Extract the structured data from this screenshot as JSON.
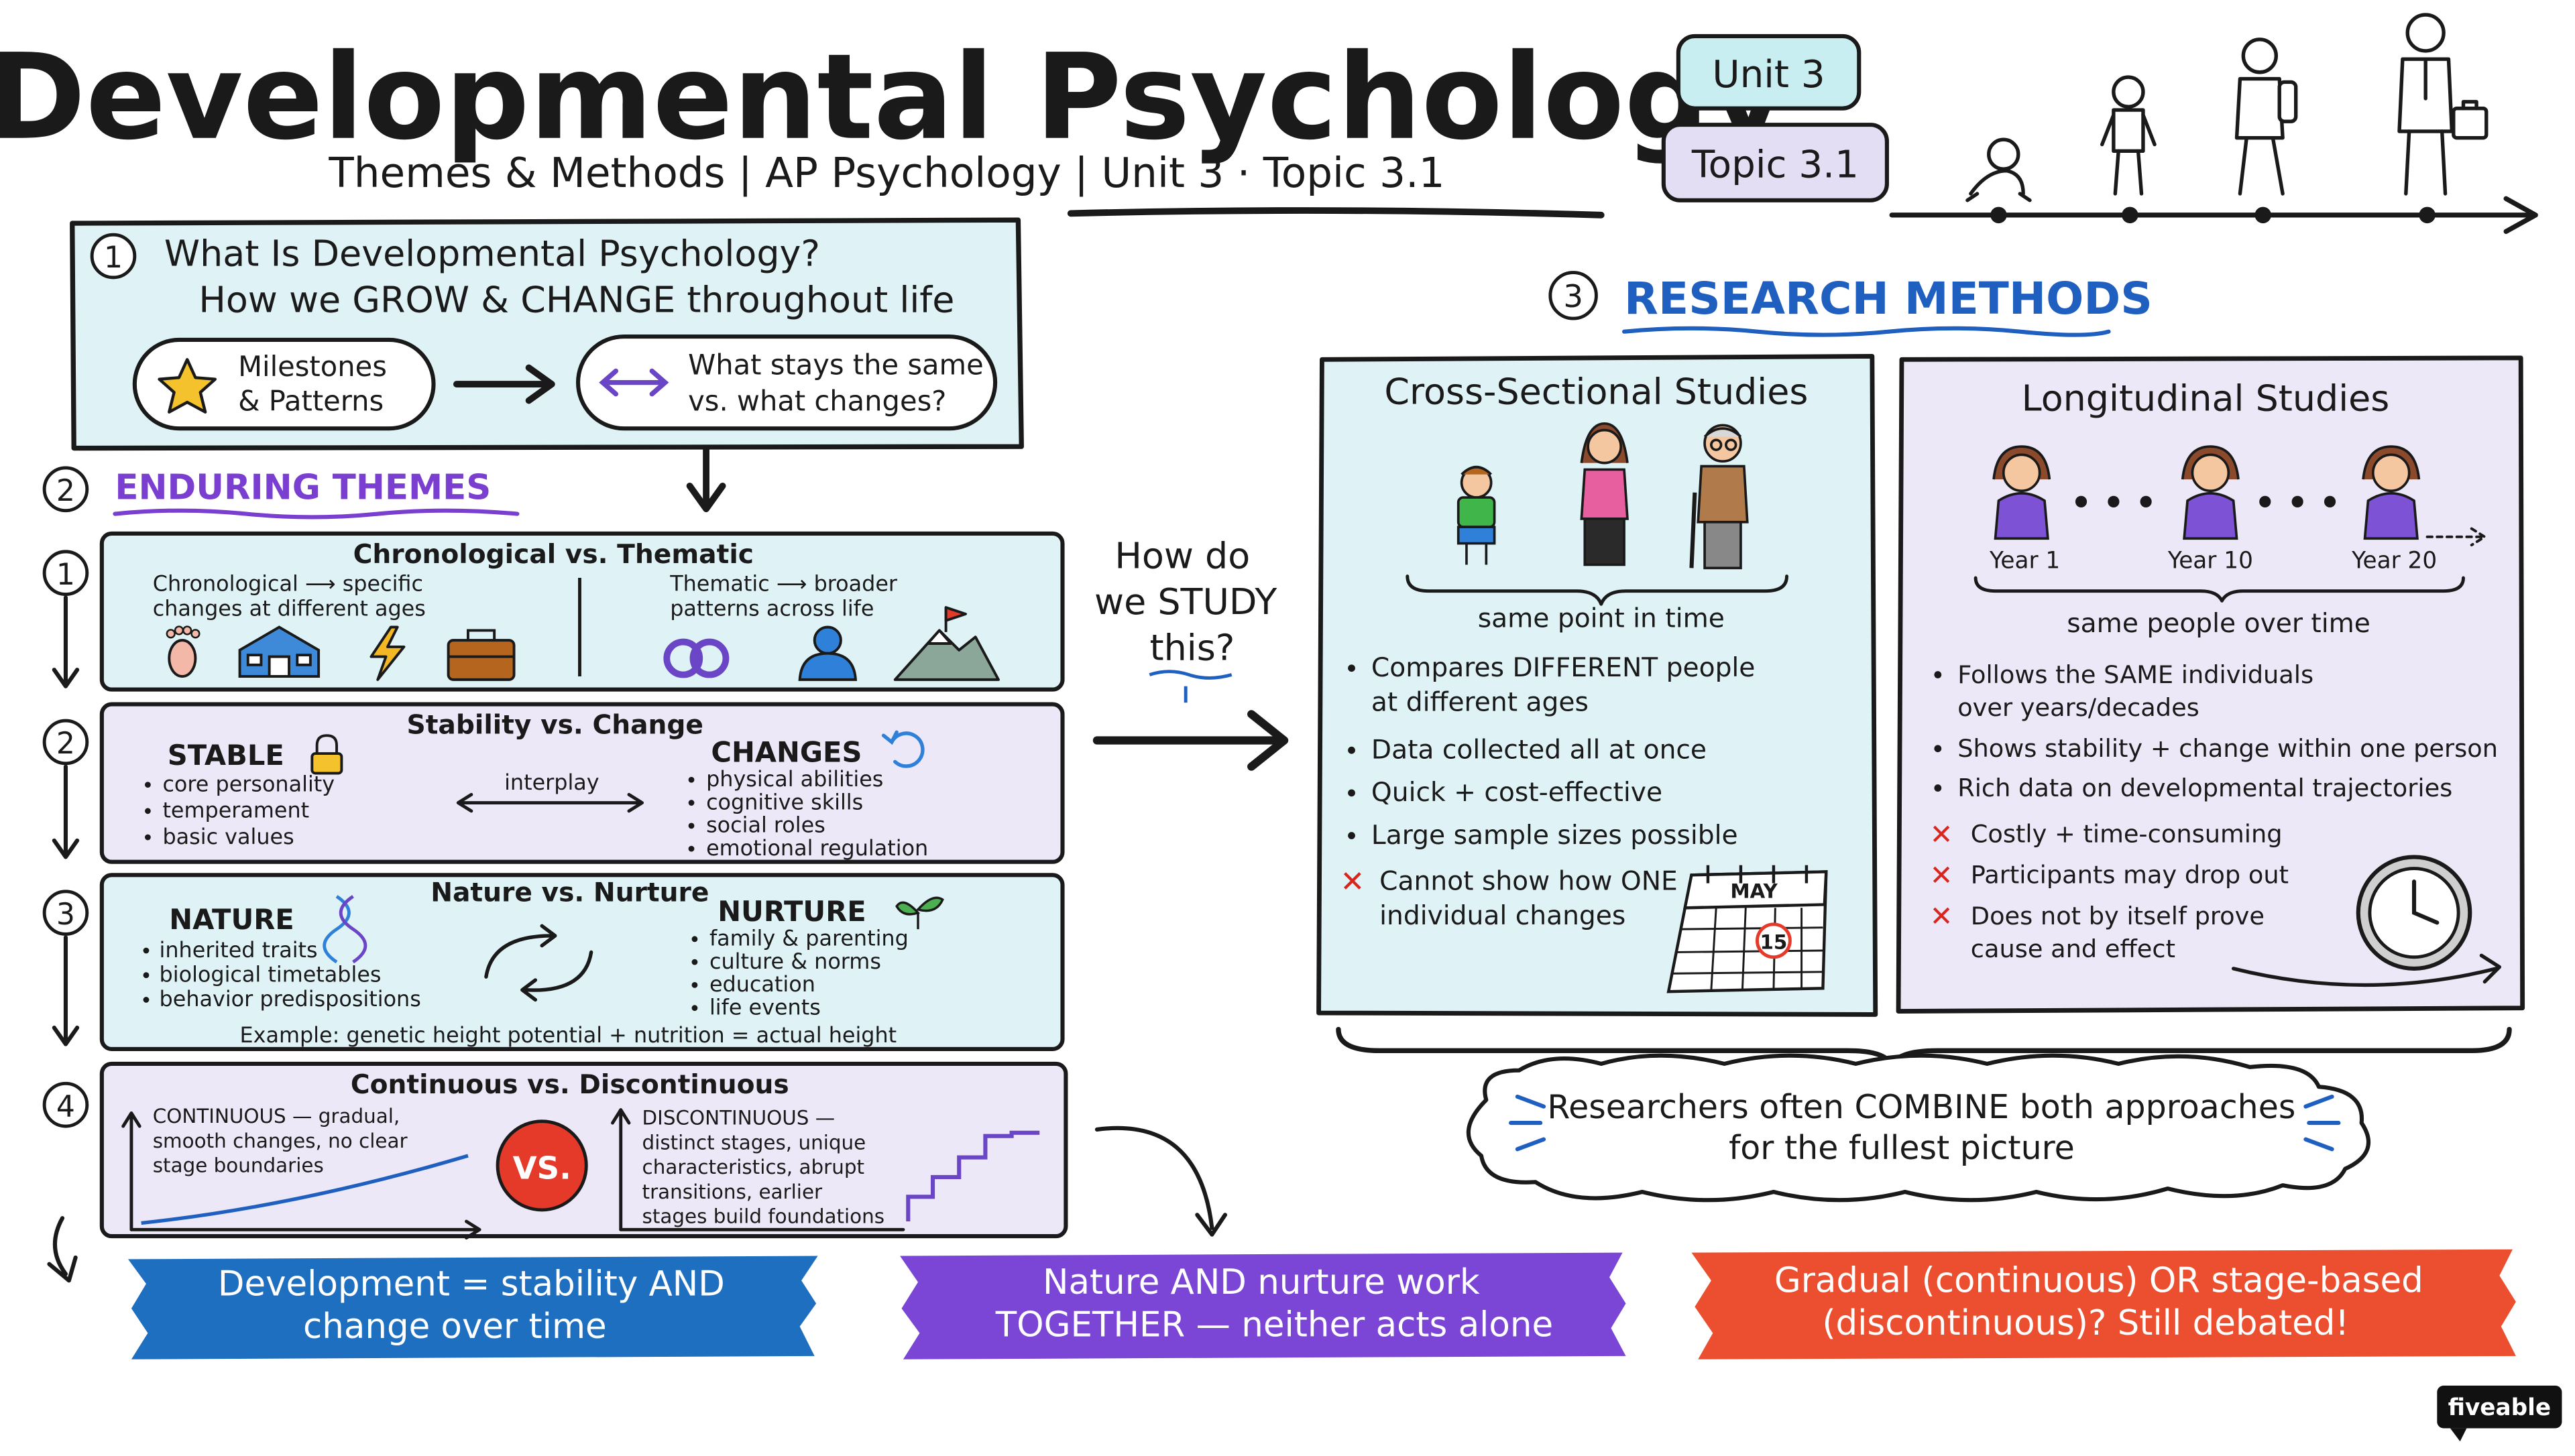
{
  "header": {
    "title": "Developmental Psychology",
    "subtitle": "Themes & Methods | AP Psychology | Unit 3 · Topic 3.1",
    "badge_unit": "Unit 3",
    "badge_topic": "Topic 3.1"
  },
  "section1": {
    "number": "1",
    "title": "What Is Developmental Psychology?",
    "tagline": "How we GROW & CHANGE throughout life",
    "pill_left_line1": "Milestones",
    "pill_left_line2": "& Patterns",
    "pill_right_line1": "What stays the same",
    "pill_right_line2": "vs. what changes?"
  },
  "section2": {
    "number": "2",
    "heading": "ENDURING THEMES",
    "theme1": {
      "number": "1",
      "title": "Chronological  vs.  Thematic",
      "left_line1": "Chronological ⟶ specific",
      "left_line2": "changes at different ages",
      "right_line1": "Thematic ⟶ broader",
      "right_line2": "patterns across life"
    },
    "theme2": {
      "number": "2",
      "title": "Stability  vs.  Change",
      "stable_heading": "STABLE",
      "stable_items": [
        "core personality",
        "temperament",
        "basic values"
      ],
      "interplay": "interplay",
      "changes_heading": "CHANGES",
      "changes_items": [
        "physical abilities",
        "cognitive skills",
        "social roles",
        "emotional regulation"
      ]
    },
    "theme3": {
      "number": "3",
      "title": "Nature  vs.  Nurture",
      "nature_heading": "NATURE",
      "nature_items": [
        "inherited traits",
        "biological timetables",
        "behavior predispositions"
      ],
      "nurture_heading": "NURTURE",
      "nurture_items": [
        "family & parenting",
        "culture & norms",
        "education",
        "life events"
      ],
      "example": "Example: genetic height potential + nutrition = actual height"
    },
    "theme4": {
      "number": "4",
      "title": "Continuous  vs.  Discontinuous",
      "continuous_lines": [
        "CONTINUOUS — gradual,",
        "smooth changes, no clear",
        "stage boundaries"
      ],
      "vs": "VS.",
      "discontinuous_lines": [
        "DISCONTINUOUS —",
        "distinct stages, unique",
        "characteristics, abrupt",
        "transitions, earlier",
        "stages build foundations"
      ]
    }
  },
  "bridge": {
    "line1": "How do",
    "line2": "we STUDY",
    "line3": "this?"
  },
  "section3": {
    "number": "3",
    "heading": "RESEARCH METHODS",
    "cross": {
      "title": "Cross-Sectional Studies",
      "caption": "same point in time",
      "bullets": [
        {
          "l1": "Compares DIFFERENT people",
          "l2": "at different ages"
        },
        {
          "l1": "Data collected all at once"
        },
        {
          "l1": "Quick + cost-effective"
        },
        {
          "l1": "Large sample sizes possible"
        }
      ],
      "con_l1": "Cannot show how ONE",
      "con_l2": "individual changes",
      "calendar_month": "MAY",
      "calendar_day": "15"
    },
    "long": {
      "title": "Longitudinal Studies",
      "year1": "Year 1",
      "year2": "Year 10",
      "year3": "Year 20",
      "caption": "same people over time",
      "bullets": [
        {
          "l1": "Follows the SAME individuals",
          "l2": "over years/decades"
        },
        {
          "l1": "Shows stability + change within one person"
        },
        {
          "l1": "Rich data on developmental trajectories"
        }
      ],
      "cons": [
        {
          "l1": "Costly + time-consuming"
        },
        {
          "l1": "Participants may drop out"
        },
        {
          "l1": "Does not by itself prove",
          "l2": "cause and effect"
        }
      ]
    },
    "cloud_line1": "Researchers often COMBINE both approaches",
    "cloud_line2": "for the fullest picture"
  },
  "banners": {
    "b1_line1": "Development = stability AND",
    "b1_line2": "change over time",
    "b2_line1": "Nature AND nurture work",
    "b2_line2": "TOGETHER — neither acts alone",
    "b3_line1": "Gradual (continuous) OR stage-based",
    "b3_line2": "(discontinuous)? Still debated!"
  },
  "logo": "fiveable",
  "colors": {
    "cyan_panel": "#dff2f6",
    "lavender_panel": "#ece8f7",
    "accent_blue": "#1f5fbf",
    "accent_purple": "#7a3fd1",
    "banner_blue": "#1f6fc0",
    "banner_purple": "#7b45d6",
    "banner_red": "#ec4f2f",
    "vs_red": "#e53a2a",
    "con_red": "#d9251d"
  }
}
